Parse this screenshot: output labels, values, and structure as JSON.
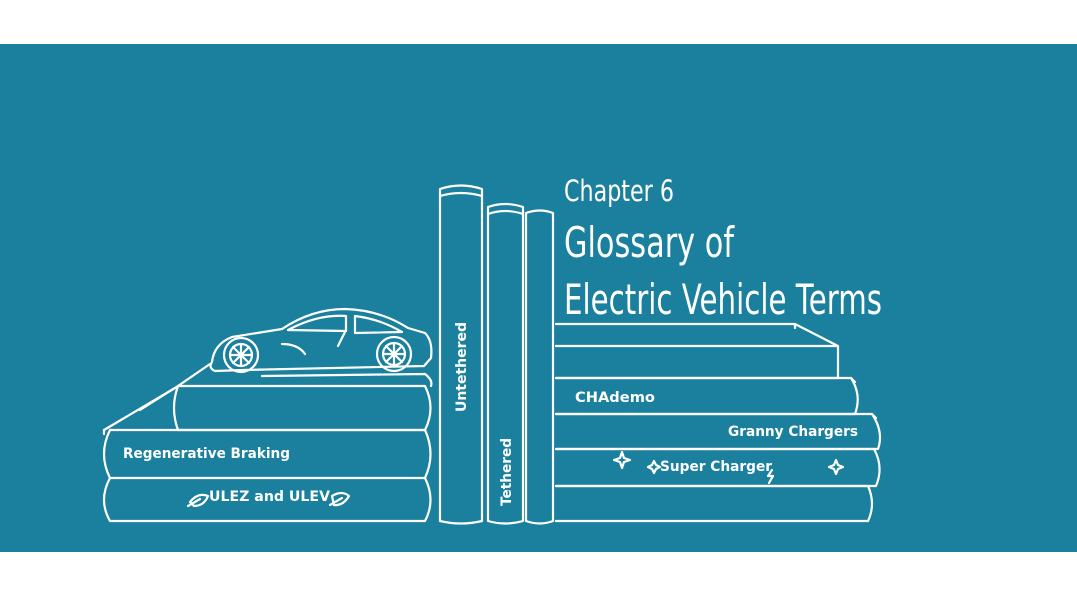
{
  "colors": {
    "background": "#1a809e",
    "line": "#ffffff",
    "page": "#ffffff"
  },
  "title": {
    "chapter": "Chapter 6",
    "line1": "Glossary of",
    "line2": "Electric Vehicle Terms"
  },
  "left_books": {
    "regenerative": "Regenerative Braking",
    "ulez": "ULEZ and ULEV"
  },
  "standing_books": {
    "untethered": "Untethered",
    "tethered": "Tethered"
  },
  "right_books": {
    "chademo": "CHAdemo",
    "granny": "Granny Chargers",
    "super": "Super Charger"
  },
  "icons": [
    "car-icon",
    "leaf-icon",
    "sparkle-icon",
    "bolt-icon"
  ]
}
